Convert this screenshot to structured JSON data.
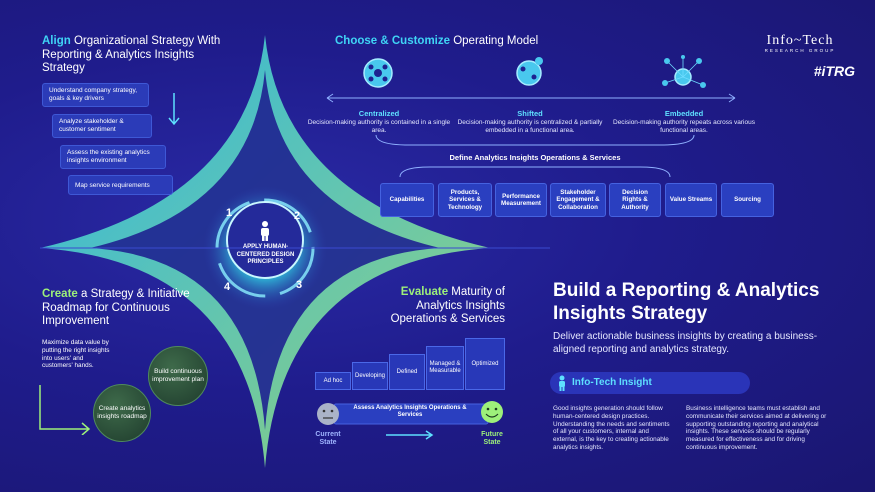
{
  "align": {
    "bold": "Align",
    "rest": " Organizational Strategy With Reporting & Analytics Insights Strategy",
    "steps": [
      "Understand company strategy, goals & key drivers",
      "Analyze stakeholder & customer sentiment",
      "Assess the existing analytics insights environment",
      "Map service requirements"
    ]
  },
  "choose": {
    "bold": "Choose & Customize",
    "rest": " Operating Model",
    "models": [
      {
        "name": "Centralized",
        "desc": "Decision-making authority is contained in a single area."
      },
      {
        "name": "Shifted",
        "desc": "Decision-making authority is centralized & partially embedded in a functional area."
      },
      {
        "name": "Embedded",
        "desc": "Decision-making authority repeats across various functional areas."
      }
    ],
    "define_title": "Define Analytics Insights Operations & Services",
    "columns": [
      "Capabilities",
      "Products, Services & Technology",
      "Performance Measurement",
      "Stakeholder Engagement & Collaboration",
      "Decision Rights & Authority",
      "Value Streams",
      "Sourcing"
    ]
  },
  "brand": {
    "logo": "Info~Tech",
    "sub": "RESEARCH GROUP",
    "itrg": "#iTRG"
  },
  "center": {
    "label": "APPLY HUMAN-CENTERED DESIGN PRINCIPLES",
    "n1": "1",
    "n2": "2",
    "n3": "3",
    "n4": "4"
  },
  "create": {
    "bold": "Create",
    "rest": " a Strategy & Initiative Roadmap for Continuous Improvement",
    "intro": "Maximize data value by putting the right insights into users' and customers' hands.",
    "c1": "Create analytics insights roadmap",
    "c2": "Build continuous improvement plan"
  },
  "evaluate": {
    "bold": "Evaluate",
    "rest": " Maturity of Analytics Insights Operations & Services",
    "levels": [
      "Ad hoc",
      "Developing",
      "Defined",
      "Managed & Measurable",
      "Optimized"
    ],
    "assess": "Assess Analytics Insights Operations & Services",
    "current": "Current State",
    "future": "Future State"
  },
  "hero": {
    "title": "Build a Reporting & Analytics Insights Strategy",
    "subtitle": "Deliver actionable business insights by creating a business-aligned reporting and analytics strategy."
  },
  "insight": {
    "title": "Info-Tech Insight",
    "p1": "Good insights generation should follow human-centered design practices. Understanding the needs and sentiments of all your customers, internal and external, is the key to creating actionable analytics insights.",
    "p2": "Business intelligence teams must establish and communicate their services aimed at delivering or supporting outstanding reporting and analytical insights. These services should be regularly measured for effectiveness and for driving continuous improvement."
  }
}
